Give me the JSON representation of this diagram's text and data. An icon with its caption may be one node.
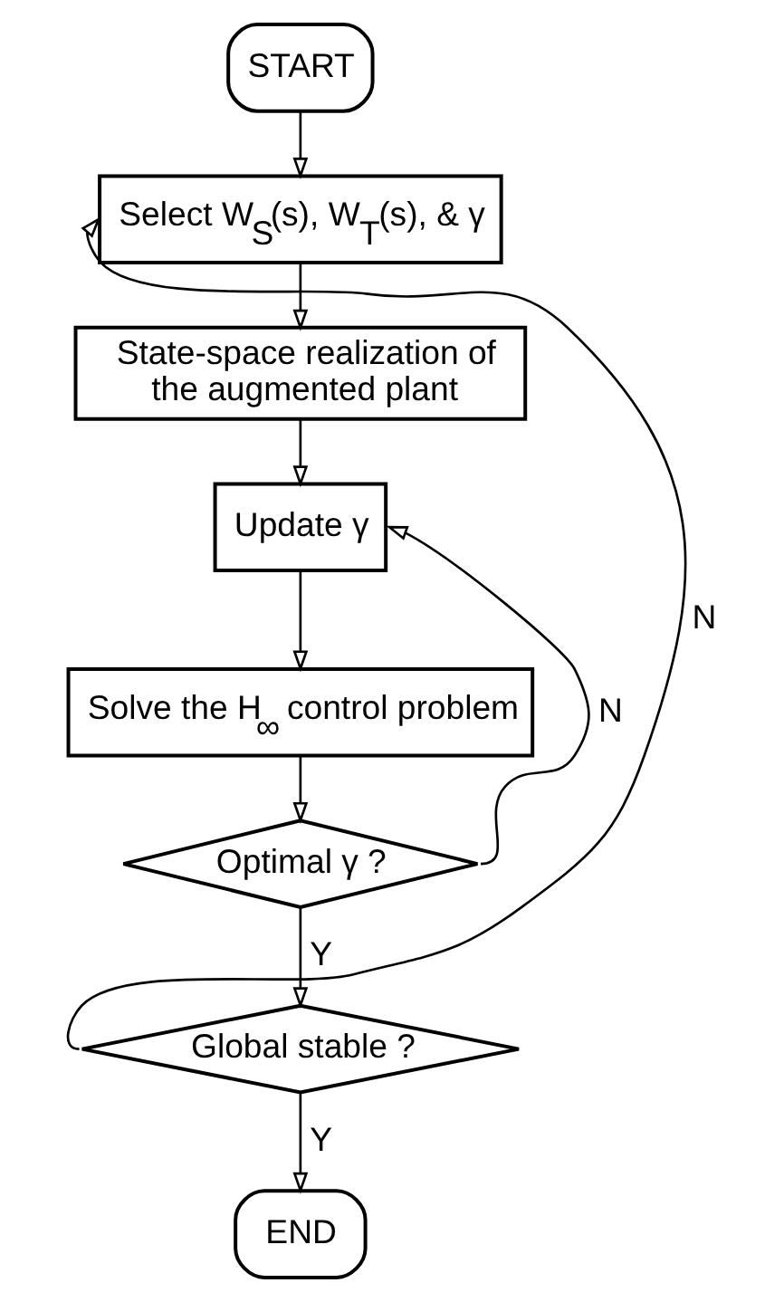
{
  "diagram": {
    "nodes": [
      {
        "text": [
          "START"
        ]
      },
      {
        "text": [
          "Select W$_{S}$(s), W$_{T}$(s), & γ"
        ]
      },
      {
        "text": [
          "State-space realization of the augmented plant"
        ]
      },
      {
        "text": [
          "Update γ"
        ]
      },
      {
        "text": [
          "Solve the H$_{∞}$ control problem"
        ]
      },
      {
        "text": [
          "Optimal γ ?"
        ]
      },
      {
        "text": [
          "Global stable ?"
        ]
      },
      {
        "text": [
          "END"
        ]
      }
    ],
    "edges": [
      {
        "from": 0,
        "to": 1,
        "arrow": "to"
      },
      {
        "from": 1,
        "to": 2,
        "arrow": "to"
      },
      {
        "from": 2,
        "to": 3,
        "arrow": "to"
      },
      {
        "from": 3,
        "to": 4,
        "arrow": "to"
      },
      {
        "from": 4,
        "to": 5,
        "arrow": "to"
      },
      {
        "from": 5,
        "to": 6,
        "arrow": "to",
        "label": "Y"
      },
      {
        "from": 6,
        "to": 7,
        "arrow": "to",
        "label": "Y"
      },
      {
        "from": 5,
        "to": 3,
        "arrow": "to",
        "label": "N"
      },
      {
        "from": 6,
        "to": 1,
        "arrow": "to",
        "label": "N"
      }
    ]
  }
}
